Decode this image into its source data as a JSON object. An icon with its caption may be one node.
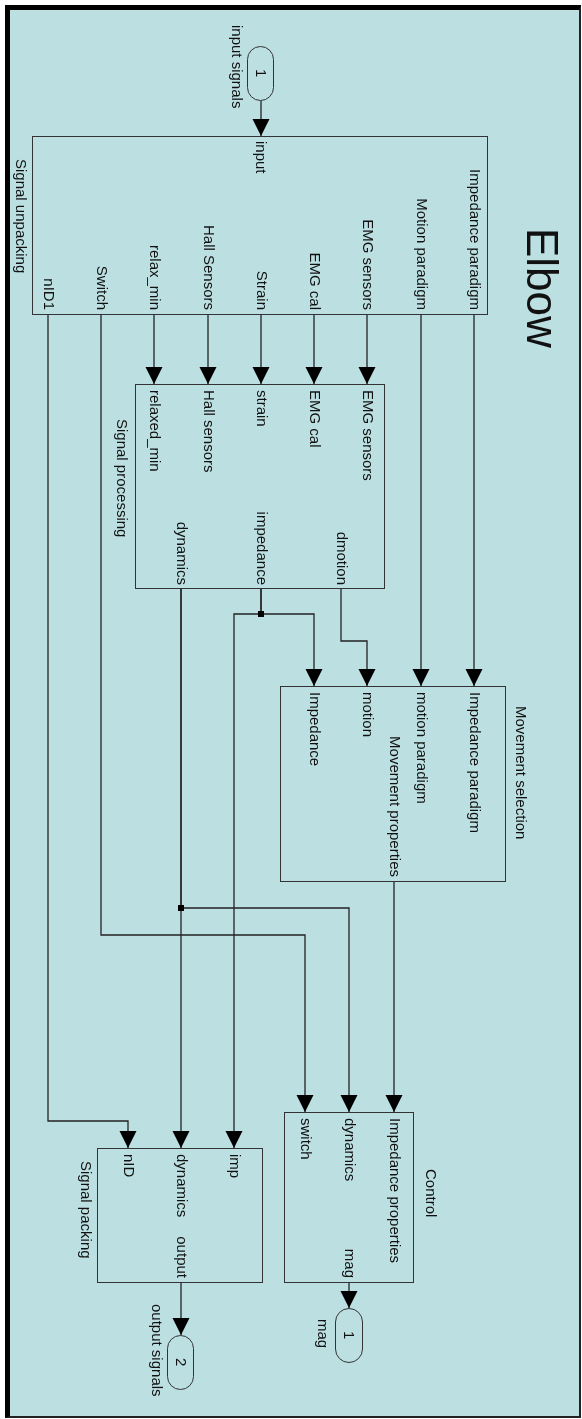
{
  "diagram": {
    "title": "Elbow",
    "nodes": [
      {
        "text": [
          "1"
        ],
        "beside": [
          "input signals"
        ]
      },
      {
        "text": [
          "Signal unpacking",
          "input",
          "nID1",
          "Switch",
          "relax_min",
          "Hall Sensors",
          "Strain",
          "EMG cal",
          "EMG sensors",
          "Motion paradigm",
          "Impedance paradigm"
        ]
      },
      {
        "text": [
          "Signal processing",
          "relaxed_min",
          "Hall sensors",
          "strain",
          "EMG cal",
          "EMG sensors",
          "dynamics",
          "impedance",
          "dmotion"
        ]
      },
      {
        "text": [
          "Movement selection",
          "Impedance",
          "motion",
          "motion paradigm",
          "Impedance paradigm",
          "Movement properties"
        ]
      },
      {
        "text": [
          "Control",
          "switch",
          "dynamics",
          "Impedance properties",
          "mag"
        ]
      },
      {
        "text": [
          "Signal packing",
          "nID",
          "dynamics",
          "imp",
          "output"
        ]
      },
      {
        "text": [
          "1"
        ],
        "beside": [
          "mag"
        ]
      },
      {
        "text": [
          "2"
        ],
        "beside": [
          "output signals"
        ]
      }
    ],
    "edges": [
      {
        "from": 0,
        "to": 1,
        "arrow": "to"
      },
      {
        "from": 1,
        "to": 2,
        "arrow": "to"
      },
      {
        "from": 1,
        "to": 2,
        "arrow": "to"
      },
      {
        "from": 1,
        "to": 2,
        "arrow": "to"
      },
      {
        "from": 1,
        "to": 2,
        "arrow": "to"
      },
      {
        "from": 1,
        "to": 2,
        "arrow": "to"
      },
      {
        "from": 1,
        "to": 3,
        "arrow": "to"
      },
      {
        "from": 1,
        "to": 3,
        "arrow": "to"
      },
      {
        "from": 2,
        "to": 3,
        "arrow": "to"
      },
      {
        "from": 2,
        "to": 3,
        "arrow": "to"
      },
      {
        "from": 2,
        "to": 5,
        "arrow": "to"
      },
      {
        "from": 2,
        "to": 5,
        "arrow": "to"
      },
      {
        "from": 2,
        "to": 4,
        "arrow": "to"
      },
      {
        "from": 1,
        "to": 4,
        "arrow": "to"
      },
      {
        "from": 1,
        "to": 5,
        "arrow": "to"
      },
      {
        "from": 3,
        "to": 4,
        "arrow": "to"
      },
      {
        "from": 4,
        "to": 6,
        "arrow": "to"
      },
      {
        "from": 5,
        "to": 7,
        "arrow": "to"
      }
    ]
  }
}
